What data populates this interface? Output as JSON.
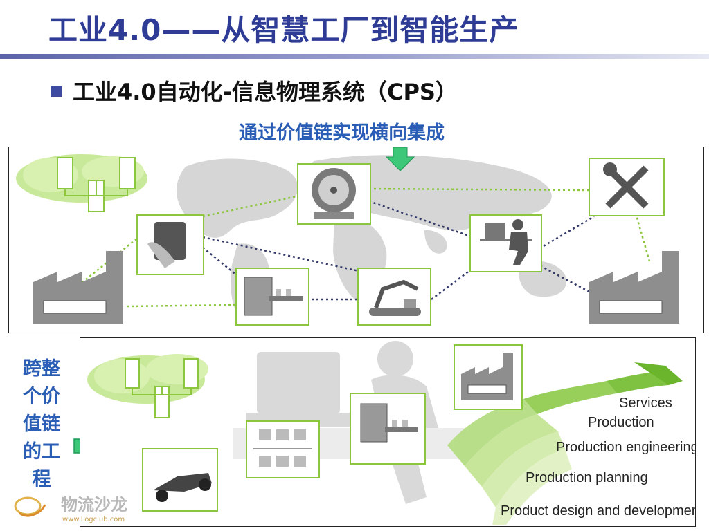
{
  "title": "工业4.0——从智慧工厂到智能生产",
  "bullet": "工业4.0自动化-信息物理系统（CPS）",
  "top_caption": "通过价值链实现横向集成",
  "side_caption_lines": [
    "跨整",
    "个价",
    "值链",
    "的工",
    "程"
  ],
  "stages": [
    "Services",
    "Production",
    "Production engineering",
    "Production planning",
    "Product design and development"
  ],
  "watermark": {
    "text": "物流沙龙",
    "url": "www.Logclub.com"
  },
  "colors": {
    "title": "#2f3c96",
    "caption": "#2a5db5",
    "accent_green": "#8cc63f",
    "arrow_green": "#3cc878"
  }
}
